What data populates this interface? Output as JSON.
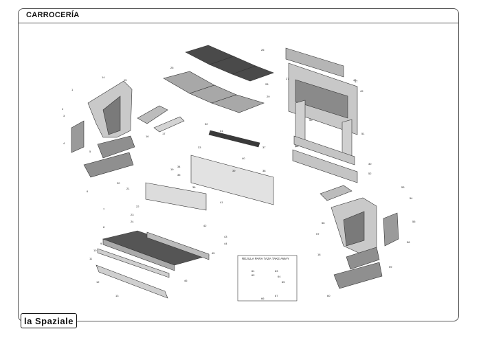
{
  "section_title": "CARROCERÍA",
  "brand_logo": "la Spaziale",
  "inset_title": "REJILLA PARA TAZA TAKE AWAY",
  "labels": [
    "1",
    "2",
    "3",
    "4",
    "5",
    "6",
    "7",
    "8",
    "9",
    "10",
    "11",
    "12",
    "13",
    "14",
    "15",
    "16",
    "17",
    "18",
    "19",
    "20",
    "21",
    "22",
    "23",
    "24",
    "25",
    "26",
    "27",
    "28",
    "29",
    "30",
    "31",
    "32",
    "33",
    "34",
    "35",
    "36",
    "37",
    "38",
    "39",
    "40",
    "41",
    "42",
    "43",
    "44",
    "45",
    "46",
    "47",
    "48",
    "49",
    "50",
    "51",
    "52",
    "53",
    "54",
    "55",
    "56",
    "57",
    "58",
    "59",
    "60",
    "61",
    "62",
    "63",
    "64",
    "65",
    "66",
    "67"
  ]
}
